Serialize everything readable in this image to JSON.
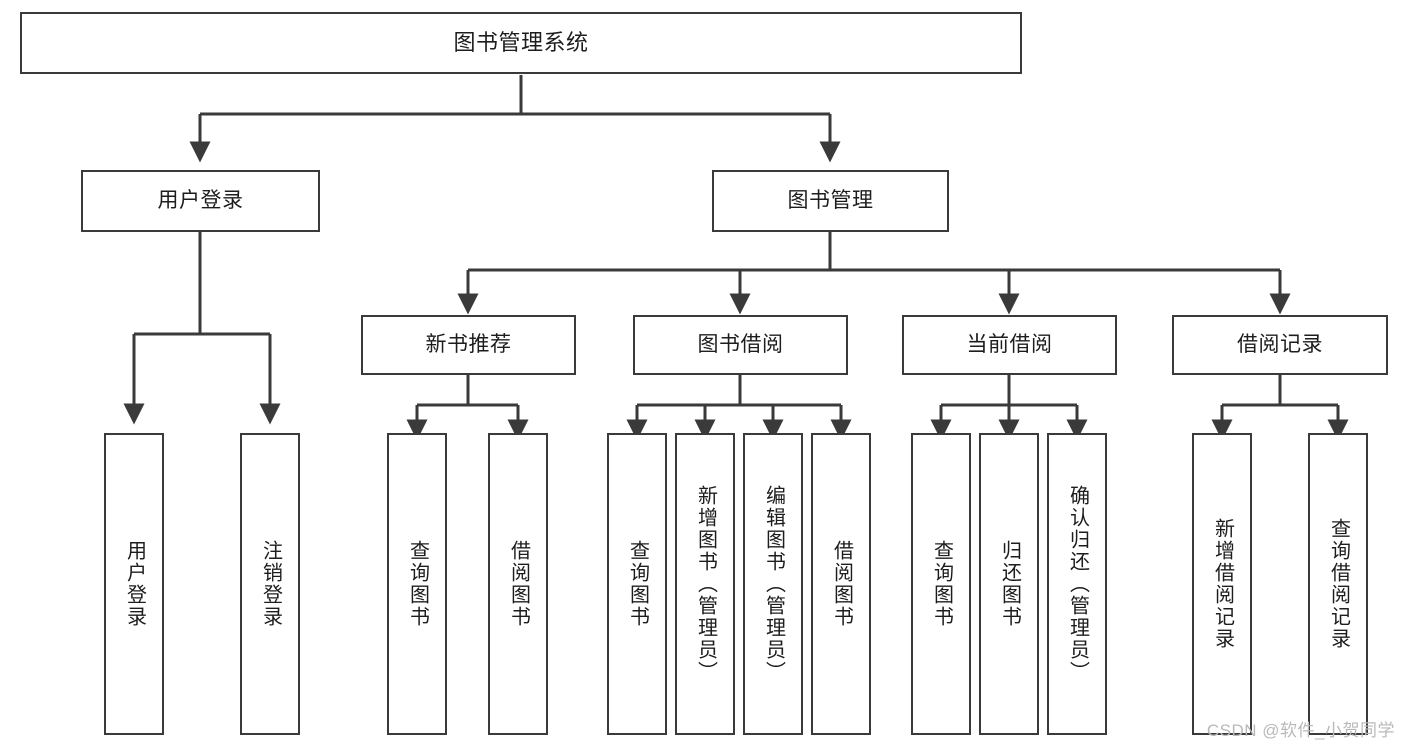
{
  "diagram": {
    "title": "图书管理系统",
    "watermark": "CSDN @软件_小贺同学",
    "colors": {
      "border": "#3a3a3a",
      "text": "#1d1d1d",
      "background": "#ffffff",
      "connector": "#3a3a3a",
      "watermark": "#b9b9b9"
    },
    "nodes": {
      "root": {
        "label": "图书管理系统"
      },
      "level2": [
        {
          "label": "用户登录"
        },
        {
          "label": "图书管理"
        }
      ],
      "level3": [
        {
          "label": "新书推荐"
        },
        {
          "label": "图书借阅"
        },
        {
          "label": "当前借阅"
        },
        {
          "label": "借阅记录"
        }
      ],
      "leaves": {
        "user_login": [
          {
            "label": "用户登录"
          },
          {
            "label": "注销登录"
          }
        ],
        "new_book_recommend": [
          {
            "label": "查询图书"
          },
          {
            "label": "借阅图书"
          }
        ],
        "book_borrow": [
          {
            "label": "查询图书"
          },
          {
            "label": "新增图书（管理员）"
          },
          {
            "label": "编辑图书（管理员）"
          },
          {
            "label": "借阅图书"
          }
        ],
        "current_borrow": [
          {
            "label": "查询图书"
          },
          {
            "label": "归还图书"
          },
          {
            "label": "确认归还（管理员）"
          }
        ],
        "borrow_record": [
          {
            "label": "新增借阅记录"
          },
          {
            "label": "查询借阅记录"
          }
        ]
      }
    }
  }
}
